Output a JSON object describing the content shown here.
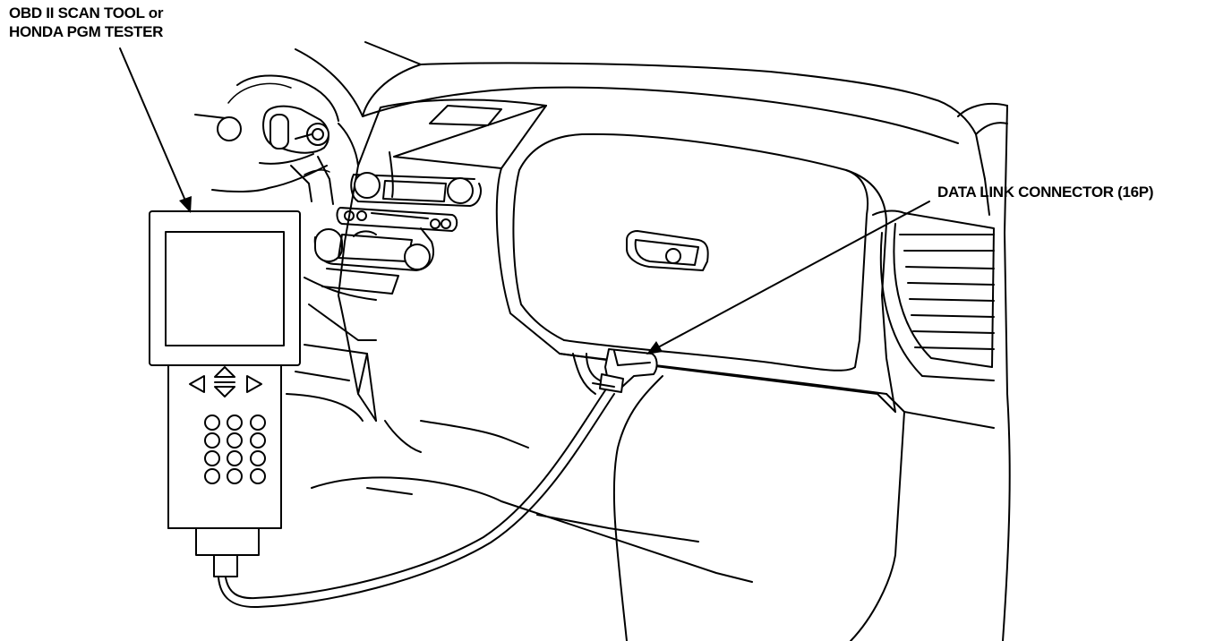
{
  "labels": {
    "scan_tool_line1": "OBD II SCAN TOOL or",
    "scan_tool_line2": "HONDA PGM TESTER",
    "dlc": "DATA LINK CONNECTOR (16P)"
  },
  "colors": {
    "line": "#000000",
    "background": "#ffffff"
  },
  "icons": [
    "left-arrow-icon",
    "up-arrow-icon",
    "down-arrow-icon",
    "right-arrow-icon"
  ]
}
